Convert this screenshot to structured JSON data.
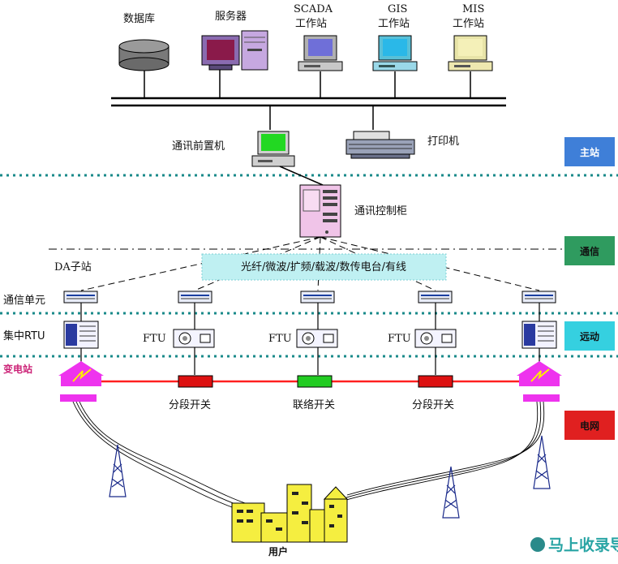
{
  "top_nodes": {
    "database": "数据库",
    "server": "服务器",
    "scada": [
      "SCADA",
      "工作站"
    ],
    "gis": [
      "GIS",
      "工作站"
    ],
    "mis": [
      "MIS",
      "工作站"
    ]
  },
  "front_end": "通讯前置机",
  "printer": "打印机",
  "control_cabinet": "通讯控制柜",
  "channel": "光纤/微波/扩频/载波/数传电台/有线",
  "da_substation": "DA子站",
  "comm_unit": "通信单元",
  "rtu": "集中RTU",
  "ftu": "FTU",
  "substation": "变电站",
  "switches": {
    "left": "分段开关",
    "middle": "联络开关",
    "right": "分段开关"
  },
  "user": "用户",
  "layers": {
    "master": "主站",
    "comm": "通信",
    "remote": "远动",
    "grid": "电网"
  },
  "colors": {
    "master": "#3f7fd8",
    "comm": "#2f9b5f",
    "remote": "#35d0e0",
    "grid": "#e02020",
    "channel_band": "#bff0f2",
    "red_switch": "#dd1111",
    "green_switch": "#22cc22",
    "substation": "#ee33ee",
    "building": "#f5ee40"
  },
  "watermark": "马上收录导航"
}
